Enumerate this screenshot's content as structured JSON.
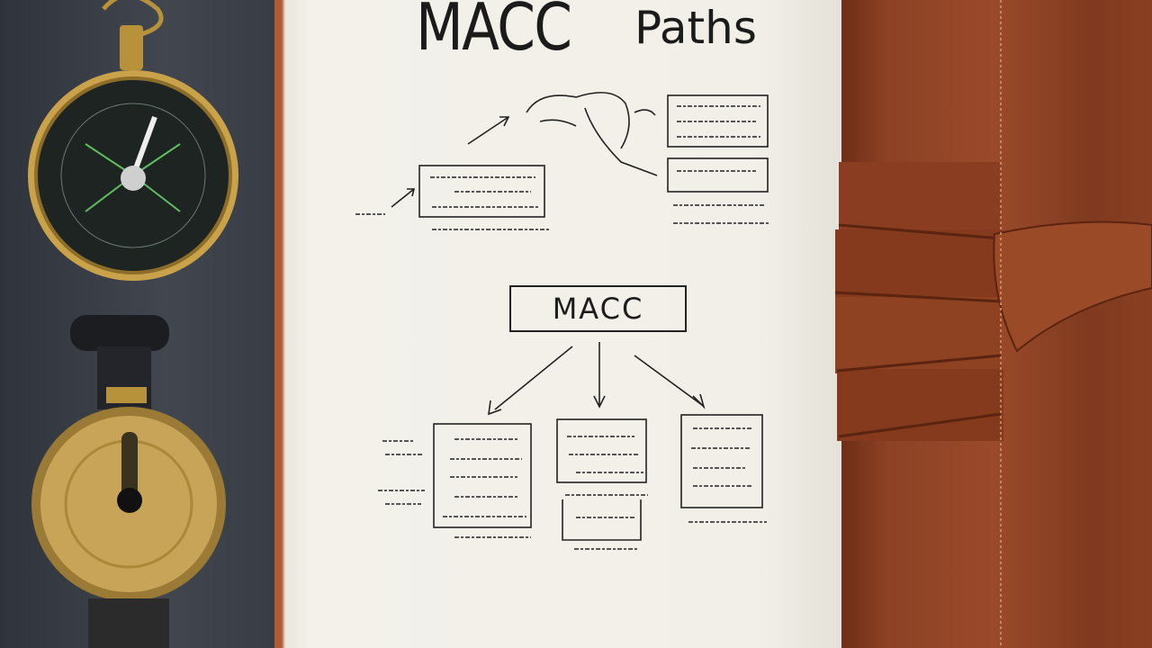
{
  "notebook": {
    "title_word1": "MACC",
    "title_word2": "Paths",
    "center_box_label": "MACC"
  },
  "colors": {
    "wall": "#3a3f48",
    "paper": "#f1efe8",
    "leather": "#8d4225",
    "brass": "#b8923a",
    "ink": "#1d1d1d"
  },
  "objects": [
    "compass-icon",
    "brass-compass-icon",
    "leather-strap"
  ]
}
